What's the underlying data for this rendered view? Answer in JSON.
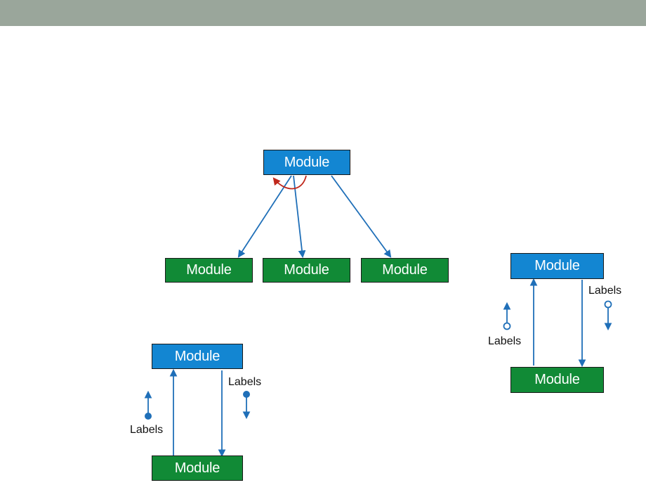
{
  "colors": {
    "top_bar": "#9aa69b",
    "module_blue": "#1386d2",
    "module_green": "#118a36",
    "arrow_blue": "#1f6fb8",
    "arrow_red": "#c0281c"
  },
  "diagram_top": {
    "parent": "Module",
    "children": [
      "Module",
      "Module",
      "Module"
    ]
  },
  "diagram_right": {
    "top_module": "Module",
    "bottom_module": "Module",
    "label_up": "Labels",
    "label_down": "Labels",
    "marker": "hollow-circle"
  },
  "diagram_left": {
    "top_module": "Module",
    "bottom_module": "Module",
    "label_up": "Labels",
    "label_down": "Labels",
    "marker": "filled-circle"
  }
}
